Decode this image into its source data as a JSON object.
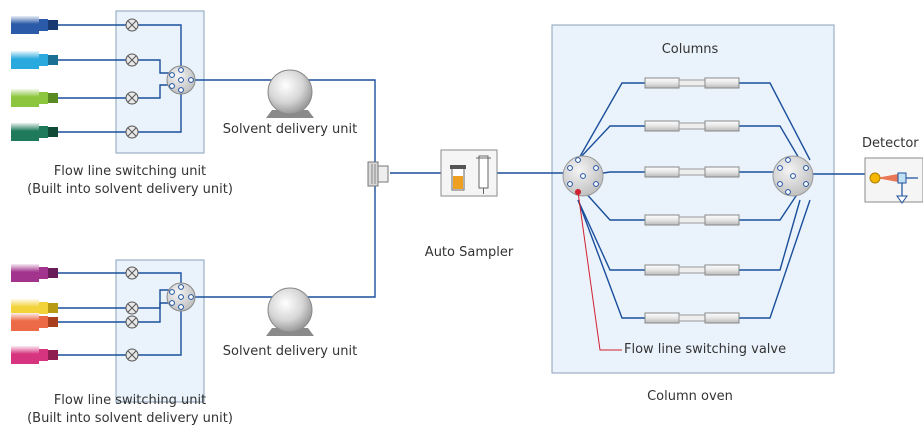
{
  "labels": {
    "fl_unit_top_1": "Flow line switching unit",
    "fl_unit_top_2": "(Built into solvent delivery unit)",
    "pump_top": "Solvent delivery unit",
    "fl_unit_bottom_1": "Flow line switching unit",
    "fl_unit_bottom_2": "(Built into solvent delivery unit)",
    "pump_bottom": "Solvent delivery unit",
    "autosampler": "Auto Sampler",
    "columns": "Columns",
    "switching_valve": "Flow line switching valve",
    "column_oven": "Column oven",
    "detector": "Detector"
  },
  "colors": {
    "line": "#1b4f9c",
    "panel_fill": "#eaf3fb",
    "panel_border": "#8aa0b8",
    "pointer": "#d2202f",
    "detector_lamp": "#f5b800",
    "detector_beam": "#e8623b",
    "bottle_top": [
      "#2a5aa8",
      "#29a9de",
      "#8cc63e",
      "#1f7a5c"
    ],
    "bottle_bottom": [
      "#a3348d",
      "#f2d33a",
      "#ec6b46",
      "#d7347f"
    ]
  }
}
